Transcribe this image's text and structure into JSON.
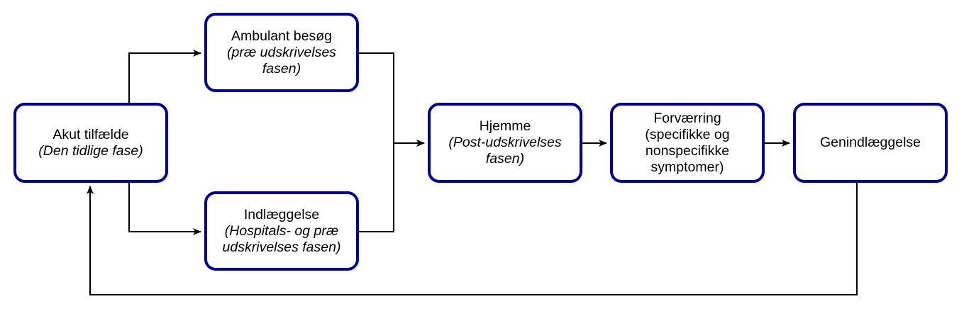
{
  "nodes": {
    "akut": {
      "title": "Akut tilfælde",
      "subtitle": "(Den tidlige fase)"
    },
    "ambulant": {
      "title": "Ambulant besøg",
      "subtitle_line1": "(præ udskrivelses",
      "subtitle_line2": "fasen)"
    },
    "indlaeggelse": {
      "title": "Indlæggelse",
      "subtitle_line1": "(Hospitals- og præ",
      "subtitle_line2": "udskrivelses fasen)"
    },
    "hjemme": {
      "title": "Hjemme",
      "subtitle_line1": "(Post-udskrivelses",
      "subtitle_line2": "fasen)"
    },
    "forvaerring": {
      "line1": "Forværring",
      "line2": "(specifikke og",
      "line3": "nonspecifikke",
      "line4": "symptomer)"
    },
    "genindlaeggelse": {
      "title": "Genindlæggelse"
    }
  },
  "colors": {
    "node_border": "#000099",
    "connector": "#000000"
  }
}
